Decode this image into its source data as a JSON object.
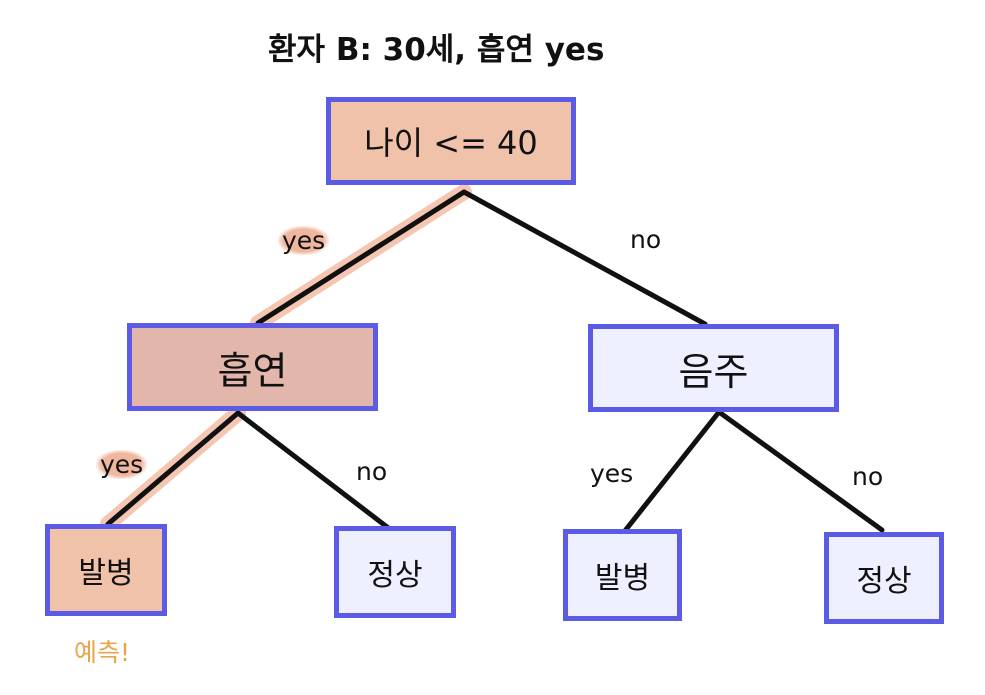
{
  "title": "환자 B: 30세, 흡연 yes",
  "colors": {
    "node_border": "#5b5be6",
    "node_default_fill": "#eef0ff",
    "path_fill_root": "#f1c2aa",
    "path_fill_smoke": "#e3b6ac",
    "path_fill_leaf": "#f1c2aa",
    "path_highlight": "#f2b49a",
    "edge": "#111111",
    "prediction_text": "#e8a54a"
  },
  "tree": {
    "root": {
      "label": "나이 <= 40"
    },
    "left": {
      "label": "흡연"
    },
    "right": {
      "label": "음주"
    },
    "leaves": [
      {
        "label": "발병"
      },
      {
        "label": "정상"
      },
      {
        "label": "발병"
      },
      {
        "label": "정상"
      }
    ]
  },
  "edge_labels": {
    "root_yes": "yes",
    "root_no": "no",
    "smoke_yes": "yes",
    "smoke_no": "no",
    "drink_yes": "yes",
    "drink_no": "no"
  },
  "prediction": "예측!"
}
